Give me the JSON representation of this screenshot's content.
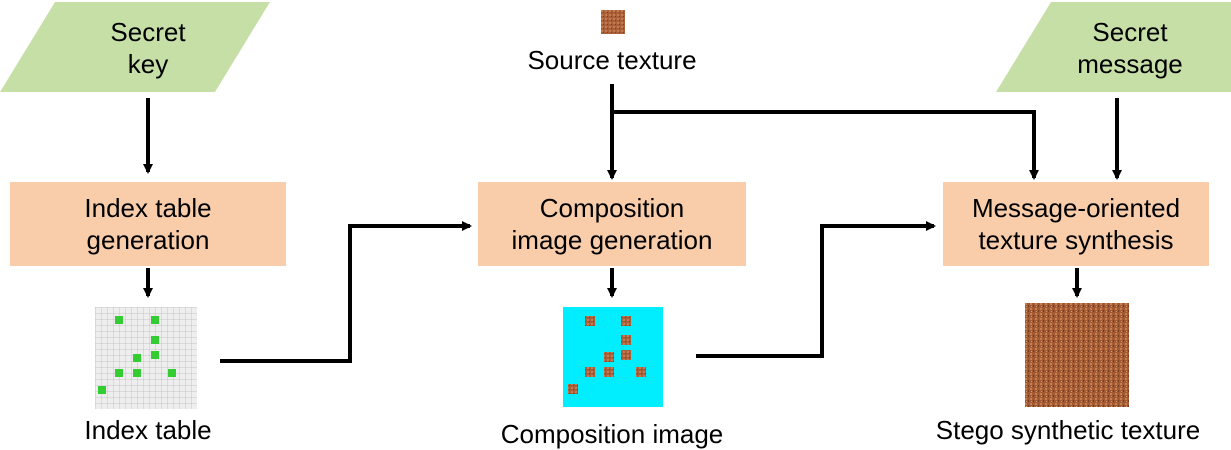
{
  "inputs": {
    "secret_key": "Secret\nkey",
    "source_texture": "Source texture",
    "secret_message": "Secret\nmessage"
  },
  "processes": {
    "index_table_generation": "Index table\ngeneration",
    "composition_image_generation": "Composition\nimage generation",
    "texture_synthesis": "Message-oriented\ntexture synthesis"
  },
  "outputs": {
    "index_table": "Index table",
    "composition_image": "Composition image",
    "stego_texture": "Stego synthetic texture"
  },
  "colors": {
    "input_shape": "#c5dfa6",
    "process_box": "#f9ccaa",
    "index_green": "#33cc33",
    "composition_bg": "#00eeff",
    "texture_brown": "#a8603a"
  }
}
